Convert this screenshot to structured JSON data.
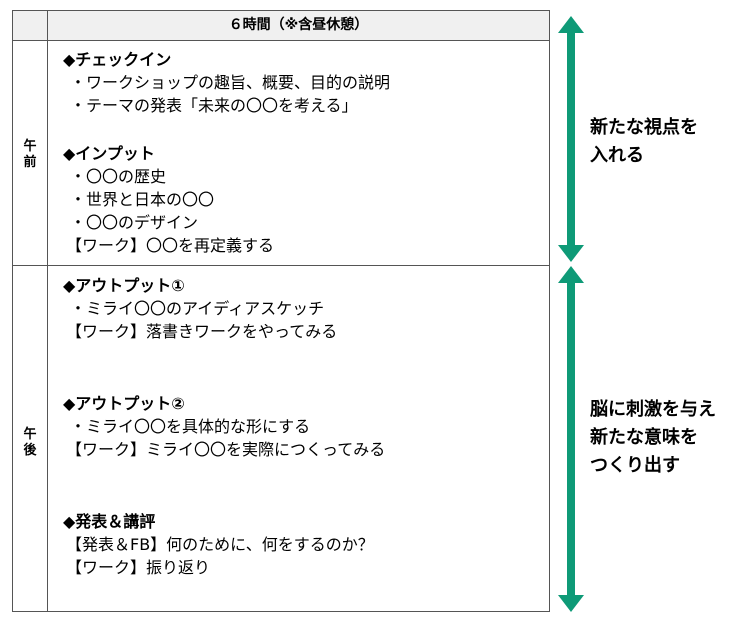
{
  "header": {
    "title": "６時間（※含昼休憩）"
  },
  "morning": {
    "label": [
      "午",
      "前"
    ],
    "checkin": {
      "title": "◆チェックイン",
      "items": [
        "・ワークショップの趣旨、概要、目的の説明",
        "・テーマの発表「未来の〇〇を考える」"
      ]
    },
    "input": {
      "title": "◆インプット",
      "items": [
        "・〇〇の歴史",
        "・世界と日本の〇〇",
        "・〇〇のデザイン"
      ],
      "work": "【ワーク】〇〇を再定義する"
    }
  },
  "afternoon": {
    "label": [
      "午",
      "後"
    ],
    "output1": {
      "title": "◆アウトプット①",
      "items": [
        "・ミライ〇〇のアイディアスケッチ"
      ],
      "work": "【ワーク】落書きワークをやってみる"
    },
    "output2": {
      "title": "◆アウトプット②",
      "items": [
        "・ミライ〇〇を具体的な形にする"
      ],
      "work": "【ワーク】ミライ〇〇を実際につくってみる"
    },
    "review": {
      "title": "◆発表＆講評",
      "items": [
        "【発表＆FB】何のために、何をするのか？",
        "【ワーク】振り返り"
      ]
    }
  },
  "side": {
    "top": [
      "新たな視点を",
      "入れる"
    ],
    "bottom": [
      "脳に刺激を与え",
      "新たな意味を",
      "つくり出す"
    ]
  },
  "colors": {
    "arrow": "#0e9a77",
    "header_bg": "#f0f0f0",
    "border": "#555555"
  }
}
